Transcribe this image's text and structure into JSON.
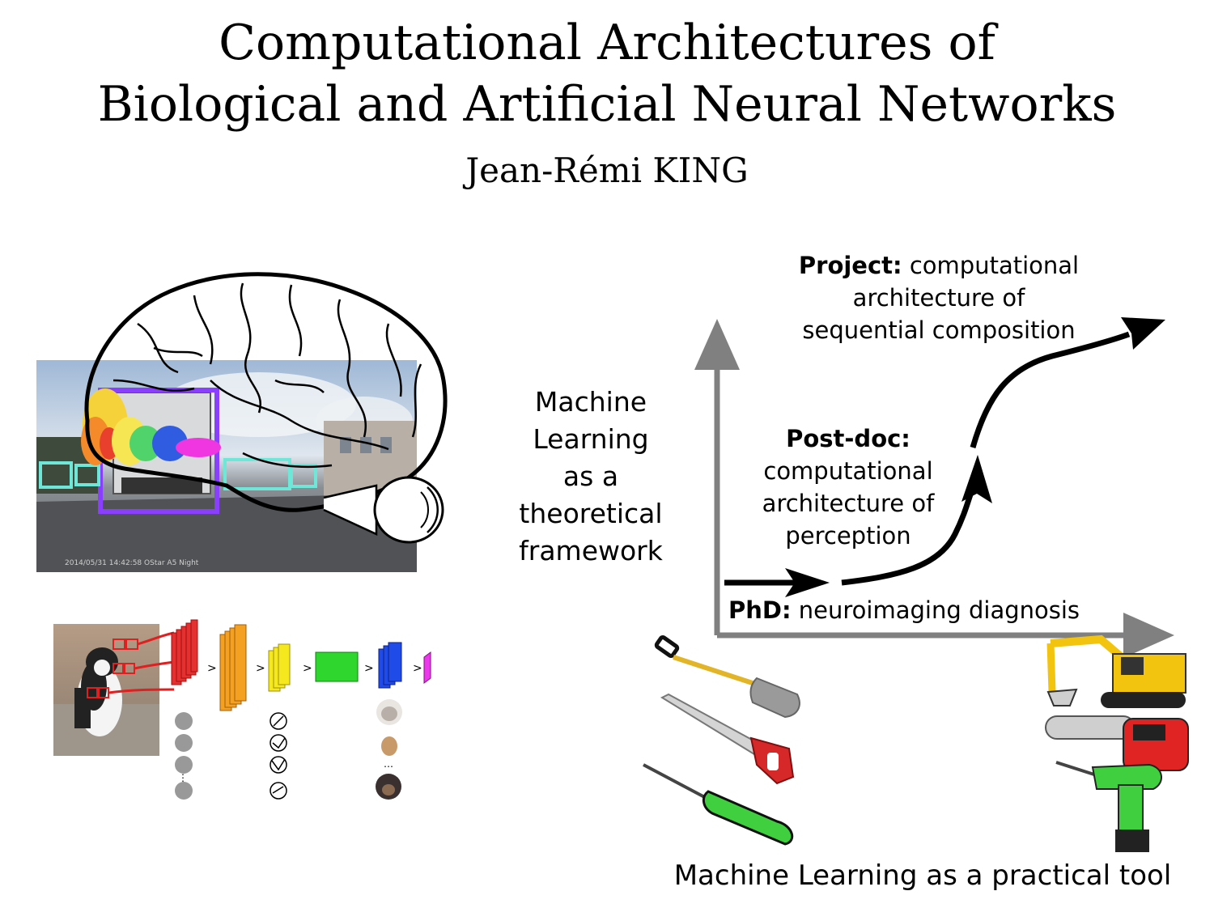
{
  "header": {
    "title_line1": "Computational Architectures of",
    "title_line2": "Biological and Artificial Neural Networks",
    "author": "Jean-Rémi KING"
  },
  "left_panel": {
    "photo_caption": "2014/05/31 14:42:58 OStar A5 Night"
  },
  "center": {
    "theory_lines": [
      "Machine",
      "Learning",
      "as a",
      "theoretical",
      "framework"
    ]
  },
  "career": {
    "project_label": "Project:",
    "project_text_l1": "computational",
    "project_text_l2": "architecture of",
    "project_text_l3": "sequential composition",
    "postdoc_label": "Post-doc:",
    "postdoc_text_l1": "computational",
    "postdoc_text_l2": "architecture of",
    "postdoc_text_l3": "perception",
    "phd_label": "PhD:",
    "phd_text": "neuroimaging diagnosis"
  },
  "footer": {
    "practical_tool": "Machine Learning as a practical tool"
  },
  "colors": {
    "axis": "#808080",
    "arrow": "#000000",
    "box_purple": "#8a3ffc",
    "box_cyan": "#6ee7d8"
  },
  "icons": [
    "brain-outline-icon",
    "eye-icon",
    "shovel-icon",
    "saw-icon",
    "screwdriver-icon",
    "excavator-icon",
    "chainsaw-icon",
    "drill-icon"
  ]
}
